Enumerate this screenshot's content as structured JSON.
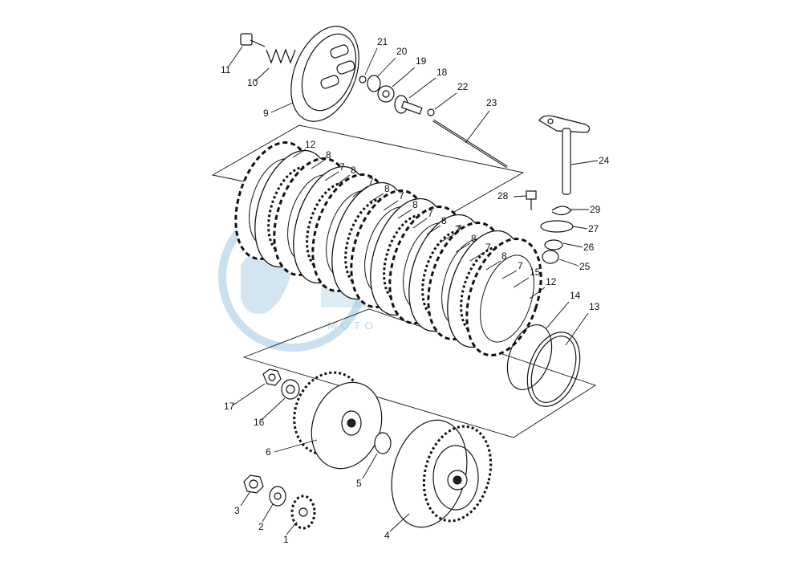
{
  "diagram": {
    "watermark": {
      "text": "",
      "subtext": "MOTO",
      "color": "#9fc6e2"
    },
    "callouts": [
      {
        "id": "c1",
        "label": "1"
      },
      {
        "id": "c2",
        "label": "2"
      },
      {
        "id": "c3",
        "label": "3"
      },
      {
        "id": "c4",
        "label": "4"
      },
      {
        "id": "c5",
        "label": "5"
      },
      {
        "id": "c6",
        "label": "6"
      },
      {
        "id": "c7a",
        "label": "7"
      },
      {
        "id": "c7b",
        "label": "7"
      },
      {
        "id": "c7c",
        "label": "7"
      },
      {
        "id": "c7d",
        "label": "7"
      },
      {
        "id": "c7e",
        "label": "7"
      },
      {
        "id": "c7f",
        "label": "7"
      },
      {
        "id": "c7g",
        "label": "7"
      },
      {
        "id": "c7h",
        "label": "7"
      },
      {
        "id": "c8a",
        "label": "8"
      },
      {
        "id": "c8b",
        "label": "8"
      },
      {
        "id": "c8c",
        "label": "8"
      },
      {
        "id": "c8d",
        "label": "8"
      },
      {
        "id": "c8e",
        "label": "8"
      },
      {
        "id": "c8f",
        "label": "8"
      },
      {
        "id": "c8g",
        "label": "8"
      },
      {
        "id": "c9",
        "label": "9"
      },
      {
        "id": "c10",
        "label": "10"
      },
      {
        "id": "c11",
        "label": "11"
      },
      {
        "id": "c12a",
        "label": "12"
      },
      {
        "id": "c12b",
        "label": "12"
      },
      {
        "id": "c13",
        "label": "13"
      },
      {
        "id": "c14",
        "label": "14"
      },
      {
        "id": "c15",
        "label": "15"
      },
      {
        "id": "c16",
        "label": "16"
      },
      {
        "id": "c17",
        "label": "17"
      },
      {
        "id": "c18",
        "label": "18"
      },
      {
        "id": "c19",
        "label": "19"
      },
      {
        "id": "c20",
        "label": "20"
      },
      {
        "id": "c21",
        "label": "21"
      },
      {
        "id": "c22",
        "label": "22"
      },
      {
        "id": "c23",
        "label": "23"
      },
      {
        "id": "c24",
        "label": "24"
      },
      {
        "id": "c25",
        "label": "25"
      },
      {
        "id": "c26",
        "label": "26"
      },
      {
        "id": "c27",
        "label": "27"
      },
      {
        "id": "c28",
        "label": "28"
      },
      {
        "id": "c29",
        "label": "29"
      }
    ]
  }
}
